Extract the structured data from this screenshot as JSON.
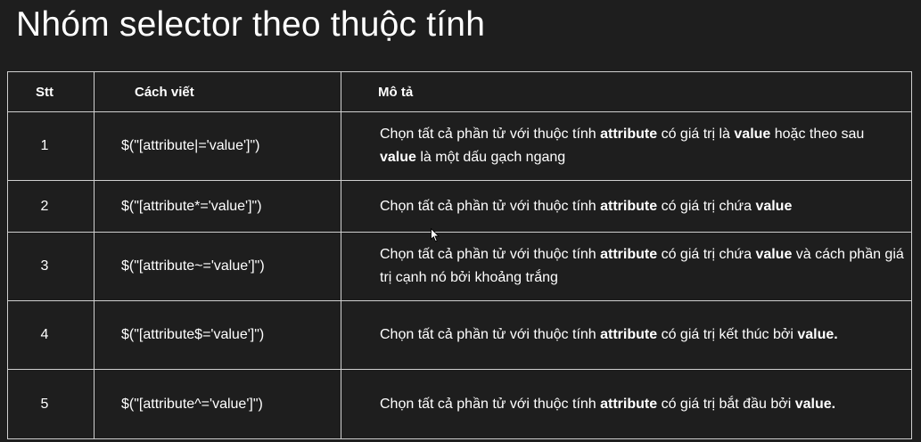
{
  "title": "Nhóm selector theo thuộc tính",
  "table": {
    "headers": {
      "stt": "Stt",
      "syntax": "Cách viết",
      "description": "Mô tả"
    },
    "rows": [
      {
        "stt": "1",
        "syntax": "$(\"[attribute|='value']\")",
        "desc_parts": [
          {
            "text": "Chọn tất cả phần tử với thuộc tính ",
            "bold": false
          },
          {
            "text": "attribute",
            "bold": true
          },
          {
            "text": " có giá trị là ",
            "bold": false
          },
          {
            "text": "value",
            "bold": true
          },
          {
            "text": " hoặc theo sau ",
            "bold": false
          },
          {
            "text": "value",
            "bold": true
          },
          {
            "text": " là một dấu gạch ngang",
            "bold": false
          }
        ]
      },
      {
        "stt": "2",
        "syntax": "$(\"[attribute*='value']\")",
        "desc_parts": [
          {
            "text": "Chọn tất cả phần tử với thuộc tính ",
            "bold": false
          },
          {
            "text": "attribute",
            "bold": true
          },
          {
            "text": " có giá trị chứa ",
            "bold": false
          },
          {
            "text": "value",
            "bold": true
          }
        ]
      },
      {
        "stt": "3",
        "syntax": "$(\"[attribute~='value']\")",
        "desc_parts": [
          {
            "text": "Chọn tất cả phần tử với thuộc tính ",
            "bold": false
          },
          {
            "text": "attribute",
            "bold": true
          },
          {
            "text": " có giá trị chứa ",
            "bold": false
          },
          {
            "text": "value",
            "bold": true
          },
          {
            "text": " và cách phần giá trị cạnh nó bởi khoảng trắng",
            "bold": false
          }
        ]
      },
      {
        "stt": "4",
        "syntax": "$(\"[attribute$='value']\")",
        "desc_parts": [
          {
            "text": "Chọn tất cả phần tử với thuộc tính ",
            "bold": false
          },
          {
            "text": "attribute",
            "bold": true
          },
          {
            "text": " có giá trị kết thúc bởi ",
            "bold": false
          },
          {
            "text": "value.",
            "bold": true
          }
        ]
      },
      {
        "stt": "5",
        "syntax": "$(\"[attribute^='value']\")",
        "desc_parts": [
          {
            "text": "Chọn tất cả phần tử với thuộc tính ",
            "bold": false
          },
          {
            "text": "attribute",
            "bold": true
          },
          {
            "text": " có giá trị bắt đầu bởi ",
            "bold": false
          },
          {
            "text": "value.",
            "bold": true
          }
        ]
      }
    ]
  },
  "colors": {
    "background": "#1e1e1e",
    "text": "#ffffff",
    "border": "#cfcfcf"
  },
  "cursor_icon": "arrow-pointer"
}
